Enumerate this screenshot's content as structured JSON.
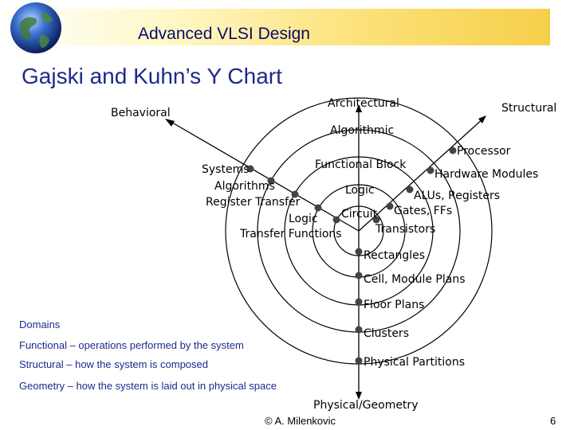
{
  "header": {
    "title": "Advanced VLSI Design"
  },
  "slide": {
    "title": "Gajski and Kuhn’s Y Chart"
  },
  "axes": {
    "behavioral": "Behavioral",
    "architectural": "Architectural",
    "structural": "Structural",
    "physical": "Physical/Geometry"
  },
  "behavioral_levels": [
    "Systems",
    "Algorithms",
    "Register Transfer",
    "Logic",
    "Transfer Functions"
  ],
  "structural_levels": [
    "Processor",
    "Hardware Modules",
    "ALUs, Registers",
    "Gates, FFs",
    "Transistors"
  ],
  "physical_levels": [
    "Rectangles",
    "Cell, Module Plans",
    "Floor Plans",
    "Clusters",
    "Physical Partitions"
  ],
  "abstraction_levels": [
    "Algorithmic",
    "Functional Block",
    "Logic",
    "Circuit"
  ],
  "domains": {
    "heading": "Domains",
    "functional": "Functional – operations performed by the system",
    "structural": "Structural – how the system is composed",
    "geometry": "Geometry – how the system is laid out in physical space"
  },
  "footer": {
    "author": "© A. Milenkovic",
    "page": "6"
  },
  "colors": {
    "header_title": "#0a0a6e",
    "slide_title": "#1c2a8c",
    "legend": "#1c2a8c"
  }
}
